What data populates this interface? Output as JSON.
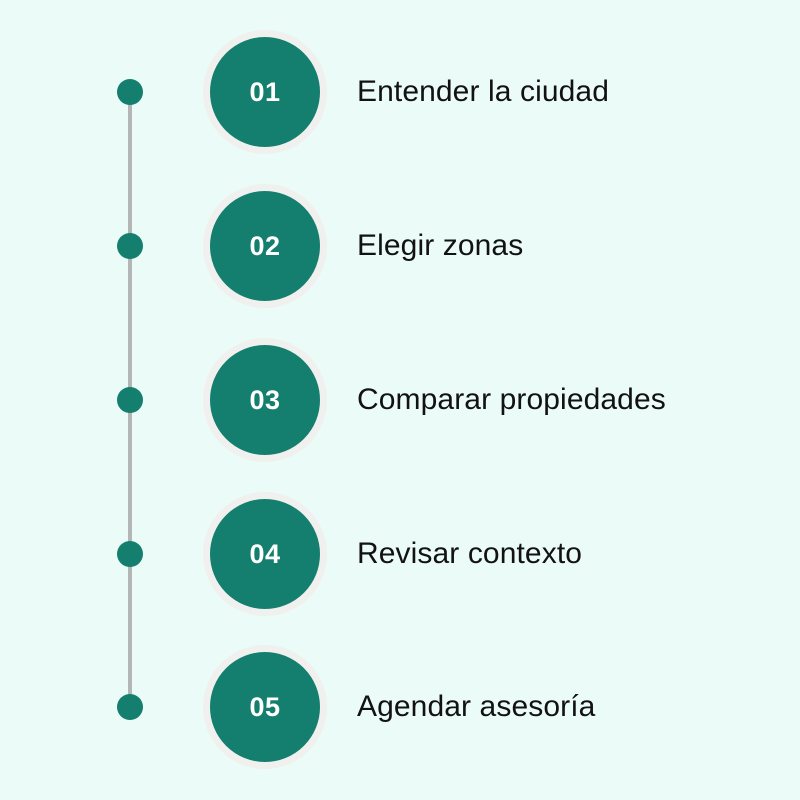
{
  "theme": {
    "background_color": "#EBFBF7",
    "accent_color": "#147F6E",
    "ring_color": "#F0F0EE",
    "rail_color": "#B2B7B5",
    "number_color": "#FFFFFF",
    "label_color": "#121212"
  },
  "timeline": {
    "steps": [
      {
        "number": "01",
        "label": "Entender la ciudad"
      },
      {
        "number": "02",
        "label": "Elegir zonas"
      },
      {
        "number": "03",
        "label": "Comparar propiedades"
      },
      {
        "number": "04",
        "label": "Revisar contexto"
      },
      {
        "number": "05",
        "label": "Agendar asesoría"
      }
    ]
  }
}
